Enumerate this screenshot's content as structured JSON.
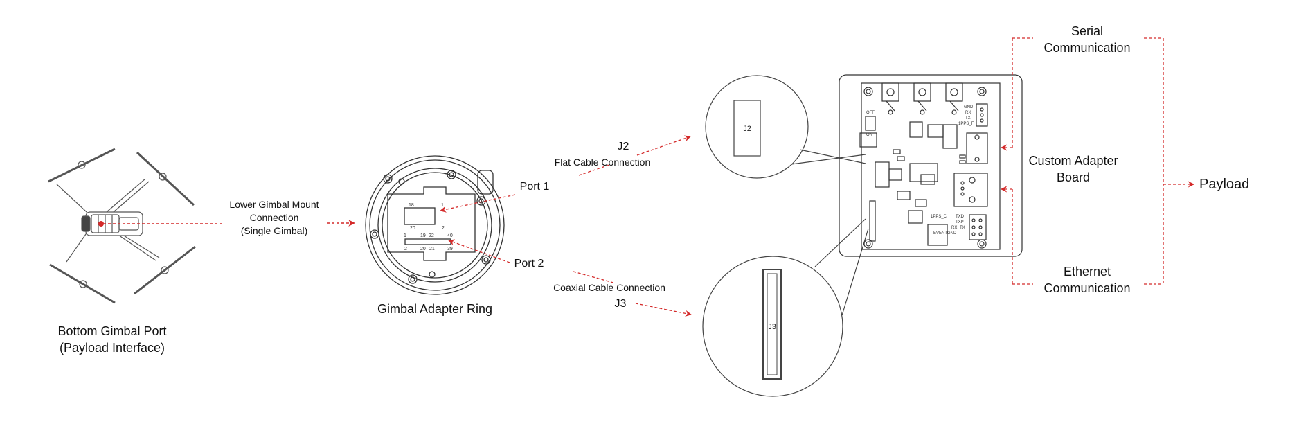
{
  "colors": {
    "accent": "#d42a2a",
    "line": "#333333",
    "bg": "#ffffff"
  },
  "drone": {
    "caption_line1": "Bottom Gimbal Port",
    "caption_line2": "(Payload Interface)"
  },
  "mount": {
    "line1": "Lower Gimbal Mount",
    "line2": "Connection",
    "line3": "(Single Gimbal)"
  },
  "ring": {
    "caption": "Gimbal Adapter Ring",
    "port1": "Port 1",
    "port2": "Port 2",
    "pin_labels": {
      "p18": "18",
      "p1": "1",
      "p20": "20",
      "p2": "2",
      "p1b": "1",
      "p19": "19",
      "p22": "22",
      "p40": "40",
      "p2b": "2",
      "p20b": "20",
      "p21": "21",
      "p39": "39"
    }
  },
  "connections": {
    "flat_cable": "Flat Cable Connection",
    "coaxial_cable": "Coaxial Cable Connection",
    "j2": "J2",
    "j3": "J3"
  },
  "board": {
    "caption_line1": "Custom Adapter",
    "caption_line2": "Board",
    "silk_labels": {
      "gnd": "GND",
      "rx": "RX",
      "tx": "TX",
      "pps_f": "1PPS_F",
      "off": "OFF",
      "on": "ON",
      "pps_c": "1PPS_C",
      "txd": "TXD",
      "txp": "TXP",
      "rxb": "RX",
      "tx2": "TX",
      "eventgnd": "EVENTGND"
    }
  },
  "comms": {
    "serial_line1": "Serial",
    "serial_line2": "Communication",
    "ethernet_line1": "Ethernet",
    "ethernet_line2": "Communication"
  },
  "payload": {
    "label": "Payload"
  }
}
